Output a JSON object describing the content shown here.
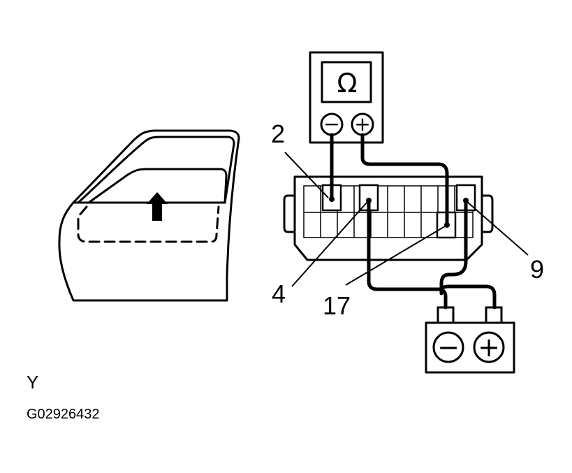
{
  "meter": {
    "symbol": "Ω",
    "neg_symbol": "−",
    "pos_symbol": "+"
  },
  "battery": {
    "neg_symbol": "−",
    "pos_symbol": "+"
  },
  "terminals": [
    {
      "id": "t2",
      "label": "2"
    },
    {
      "id": "t4",
      "label": "4"
    },
    {
      "id": "t17",
      "label": "17"
    },
    {
      "id": "t9",
      "label": "9"
    }
  ],
  "captions": {
    "view_letter": "Y",
    "figure_code": "G02926432"
  }
}
